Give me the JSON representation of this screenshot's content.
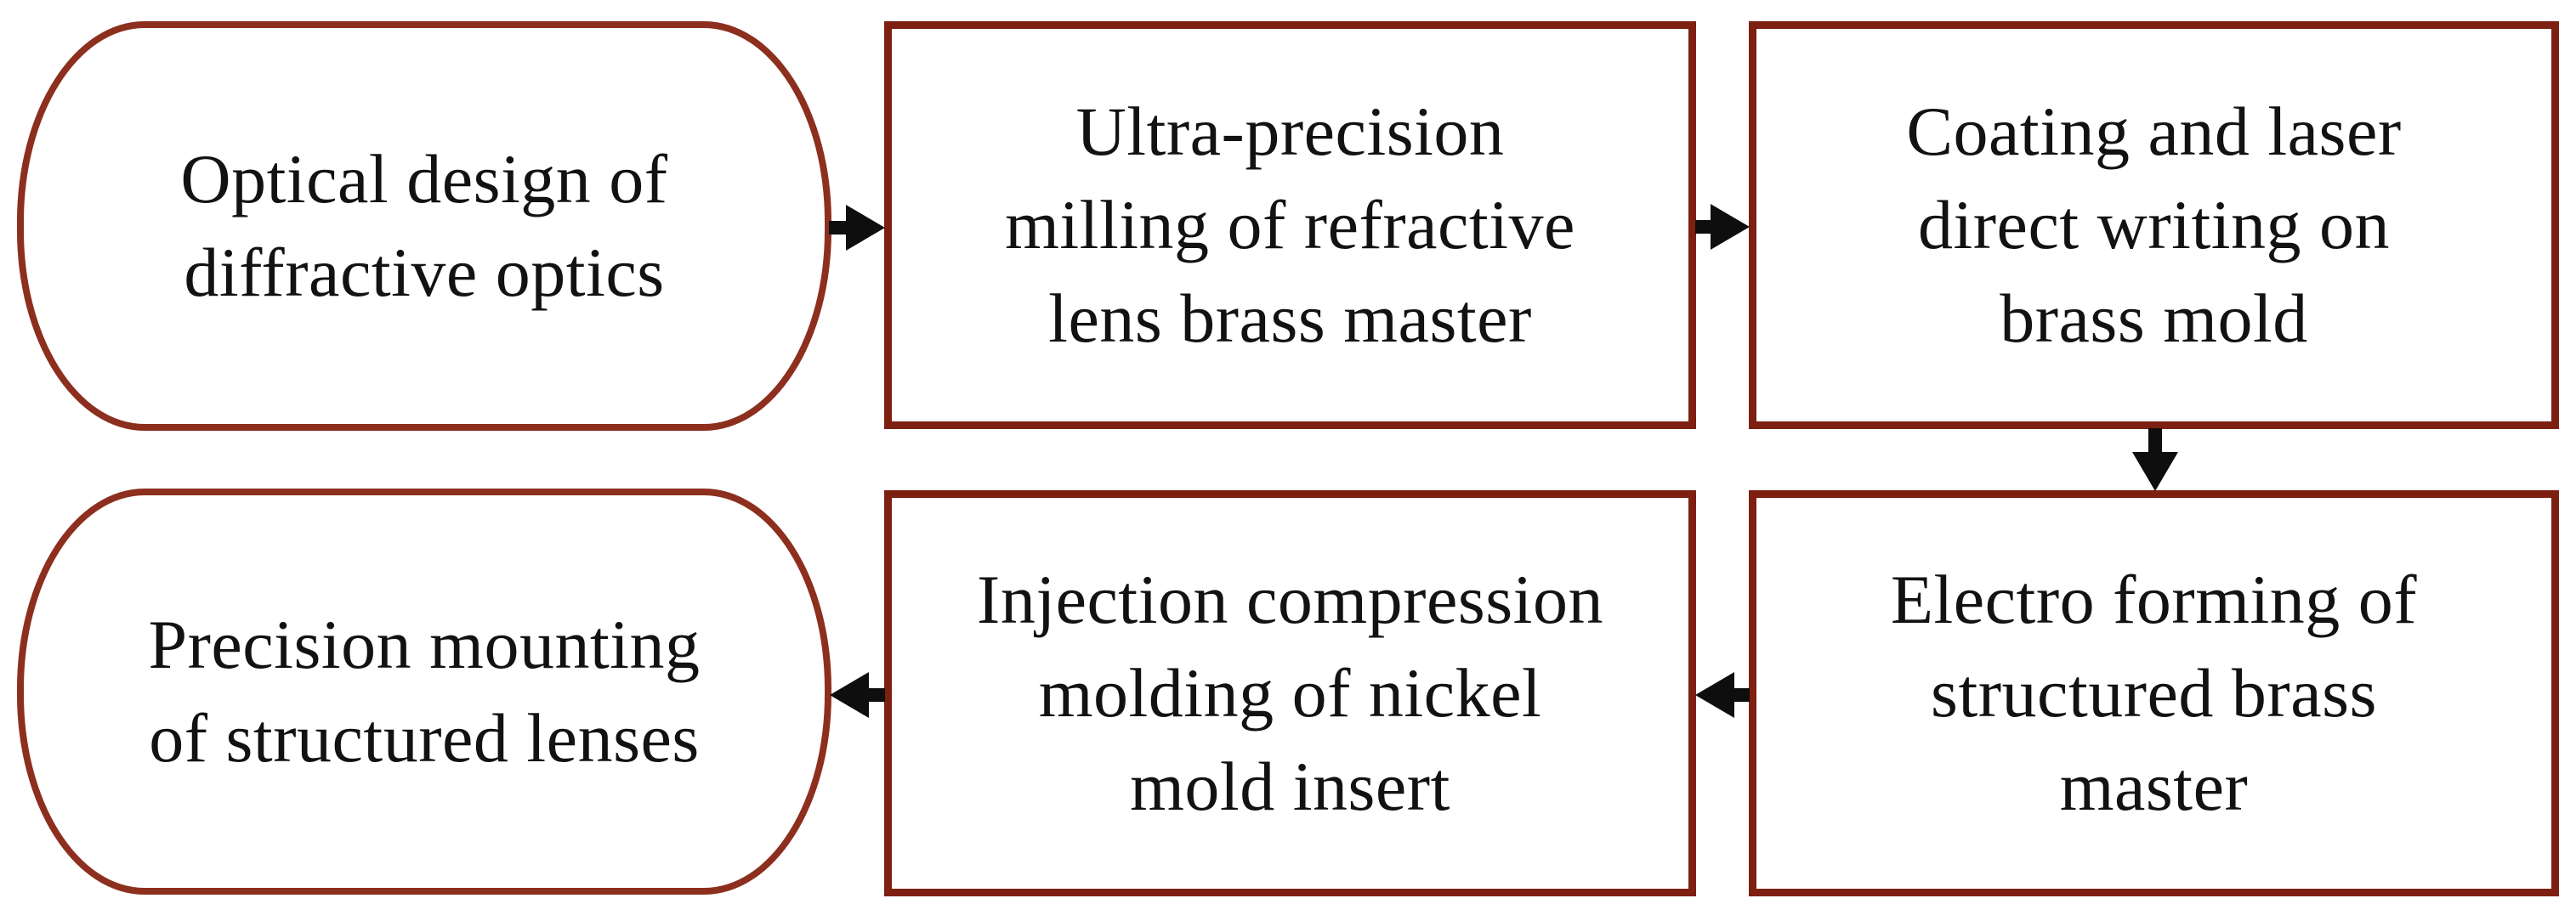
{
  "figure": {
    "type": "process-flowchart",
    "colors": {
      "background": "#ffffff",
      "text": "#121212",
      "arrow": "#0e0e0e",
      "rect_border": "#7d2012",
      "rounded_border": "#8d2f1e"
    },
    "nodes": [
      {
        "id": "optical-design",
        "shape": "rounded-rectangle",
        "lines": [
          "Optical design of",
          "diffractive optics"
        ]
      },
      {
        "id": "ultra-precision-milling",
        "shape": "rectangle",
        "lines": [
          "Ultra-precision",
          "milling of refractive",
          "lens brass master"
        ]
      },
      {
        "id": "coating-laser-writing",
        "shape": "rectangle",
        "lines": [
          "Coating and laser",
          "direct writing on",
          "brass mold"
        ]
      },
      {
        "id": "electro-forming",
        "shape": "rectangle",
        "lines": [
          "Electro forming of",
          "structured brass",
          "master"
        ]
      },
      {
        "id": "injection-molding",
        "shape": "rectangle",
        "lines": [
          "Injection compression",
          "molding of nickel",
          "mold insert"
        ]
      },
      {
        "id": "precision-mounting",
        "shape": "rounded-rectangle",
        "lines": [
          "Precision mounting",
          "of structured lenses"
        ]
      }
    ],
    "arrows": [
      {
        "from": "optical-design",
        "to": "ultra-precision-milling",
        "direction": "right"
      },
      {
        "from": "ultra-precision-milling",
        "to": "coating-laser-writing",
        "direction": "right"
      },
      {
        "from": "coating-laser-writing",
        "to": "electro-forming",
        "direction": "down"
      },
      {
        "from": "electro-forming",
        "to": "injection-molding",
        "direction": "left"
      },
      {
        "from": "injection-molding",
        "to": "precision-mounting",
        "direction": "left"
      }
    ]
  }
}
